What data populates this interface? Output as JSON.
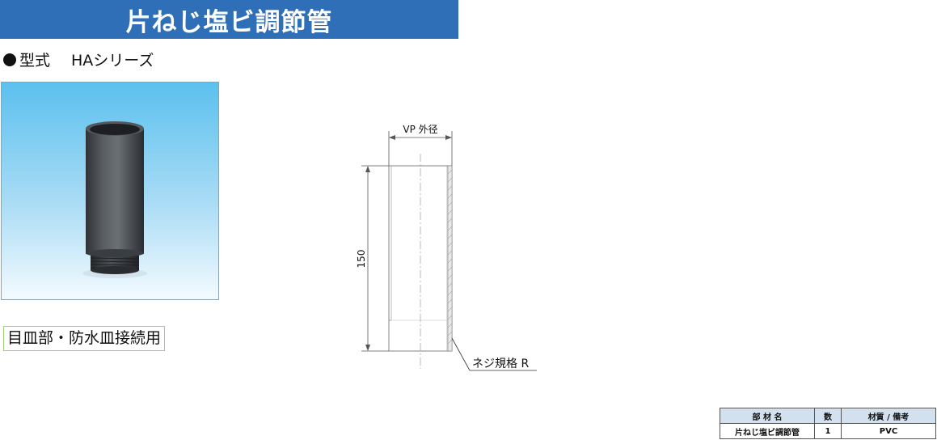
{
  "header": {
    "title": "片ねじ塩ビ調節管"
  },
  "model": {
    "label": "型式",
    "series": "HAシリーズ"
  },
  "photo": {
    "sky_top": "#5bc0ee",
    "sky_bottom": "#f4fbff",
    "pipe_color": "#4a4d52"
  },
  "usage": {
    "label": "目皿部・防水皿接続用"
  },
  "drawing": {
    "width_label": "VP 外径",
    "length_label": "150",
    "thread_label": "ネジ規格 R"
  },
  "parts_table": {
    "headers": [
      "部 材 名",
      "数",
      "材質 / 備考"
    ],
    "rows": [
      [
        "片ねじ塩ビ調節管",
        "1",
        "PVC"
      ]
    ]
  },
  "colors": {
    "title_bg": "#2f6fb8",
    "table_header_bg": "#d3e0ee",
    "usage_border": "#9fcf7a"
  }
}
